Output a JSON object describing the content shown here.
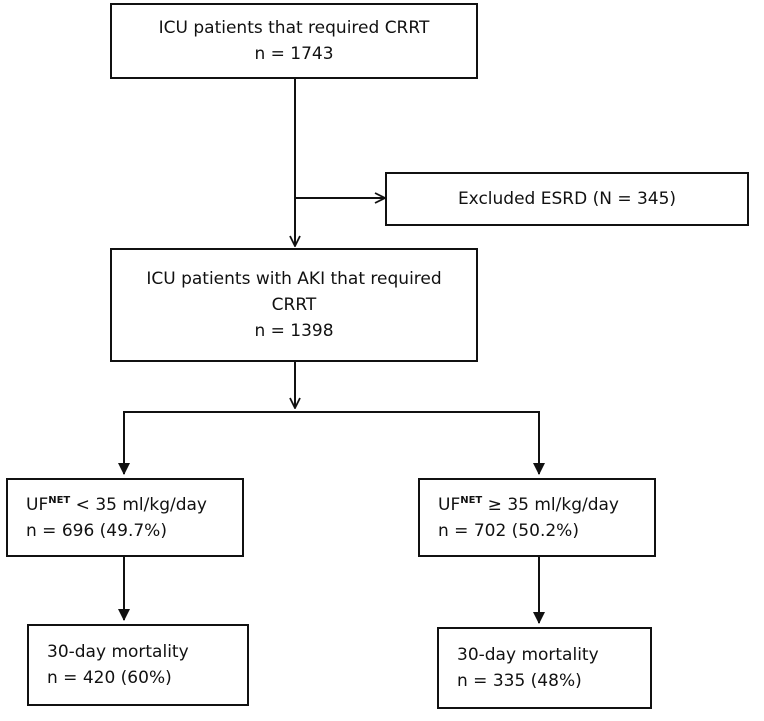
{
  "nodes": {
    "top": {
      "line1": "ICU patients that required CRRT",
      "line2": "n = 1743"
    },
    "excluded": {
      "line1": "Excluded ESRD (N = 345)"
    },
    "aki": {
      "line1": "ICU patients with AKI that required",
      "line2": "CRRT",
      "line3": "n = 1398"
    },
    "low": {
      "prefix": "UF",
      "sup": "NET",
      "rest": " < 35 ml/kg/day",
      "line2": "n = 696 (49.7%)"
    },
    "high": {
      "prefix": "UF",
      "sup": "NET",
      "rest": " ≥ 35 ml/kg/day",
      "line2": "n = 702 (50.2%)"
    },
    "low_outcome": {
      "line1": "30-day mortality",
      "line2": "n = 420 (60%)"
    },
    "high_outcome": {
      "line1": "30-day mortality",
      "line2": "n = 335 (48%)"
    }
  },
  "colors": {
    "stroke": "#111111",
    "background": "#ffffff"
  }
}
